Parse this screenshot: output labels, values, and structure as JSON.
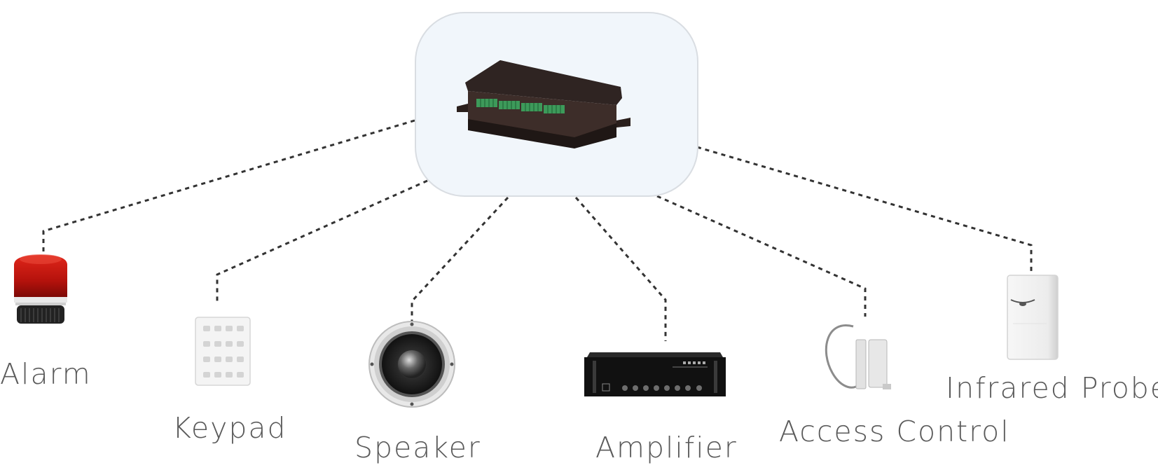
{
  "hub": {
    "icon": "controller-box-icon",
    "box_fill": "#f1f6fb",
    "box_stroke": "#d9dde2"
  },
  "connector_color": "#333333",
  "devices": [
    {
      "key": "alarm",
      "label": "Alarm",
      "icon": "alarm-beacon-icon"
    },
    {
      "key": "keypad",
      "label": "Keypad",
      "icon": "keypad-icon"
    },
    {
      "key": "speaker",
      "label": "Speaker",
      "icon": "speaker-icon"
    },
    {
      "key": "amplifier",
      "label": "Amplifier",
      "icon": "amplifier-icon"
    },
    {
      "key": "access_control",
      "label": "Access Control",
      "icon": "door-sensor-icon"
    },
    {
      "key": "infrared_probe",
      "label": "Infrared Probe",
      "icon": "infrared-probe-icon"
    }
  ]
}
